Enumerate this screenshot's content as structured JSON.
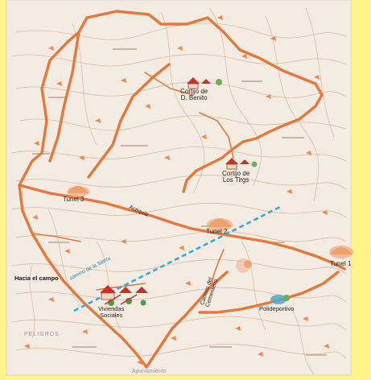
{
  "map": {
    "colors": {
      "paper": "#f4ebe2",
      "frame": "#fdf58a",
      "road": "#e5793b",
      "contour": "#c9a88e",
      "path_blue": "#39a9dc",
      "tunnel_fill": "#e9874a",
      "marker": "#f28a45"
    },
    "labels": {
      "cortijo_d_benito": [
        "Cortijo de",
        "D. Benito"
      ],
      "cortijo_los_tirgs": [
        "Cortijo de",
        "Los Tirgs"
      ],
      "tunel_3": "Tunel 3",
      "tunel_2": "Tunel 2",
      "tunel_1": "Tunel 1",
      "acequia": "Acequia",
      "camino_lateral": "camino de la Sierra",
      "hacia_el_campo": "Hacia el campo",
      "viviendas": [
        "Viviendas",
        "Sociales"
      ],
      "camino_vertical": [
        "Camino del",
        "Cementerio"
      ],
      "polideportivo": "Polideportivo",
      "peligros": "PELIGROS",
      "ayuntamiento": "Ayuntamiento"
    },
    "icons": [
      "house-icon",
      "tunnel-icon",
      "tree-icon",
      "marker-icon"
    ]
  }
}
